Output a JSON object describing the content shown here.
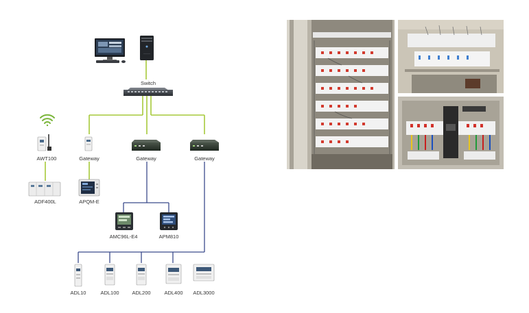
{
  "labels": {
    "switch": "Switch",
    "gateway_1": "Gateway",
    "gateway_2": "Gateway",
    "gateway_3": "Gateway",
    "awt100": "AWT100",
    "adf400l": "ADF400L",
    "apqm_e": "APQM-E",
    "amc96l_e4": "AMC96L-E4",
    "apm810": "APM810",
    "adl10": "ADL10",
    "adl100": "ADL100",
    "adl200": "ADL200",
    "adl400": "ADL400",
    "adl3000": "ADL3000"
  },
  "colors": {
    "ethernet_line": "#a6c93a",
    "rs485_line": "#3b4a8c",
    "wifi_icon": "#7ab53a",
    "device_body": "#e8e8e8",
    "gateway_body": "#2e3b2e"
  },
  "photos": [
    {
      "name": "cabinet-photo-1"
    },
    {
      "name": "cabinet-photo-2"
    },
    {
      "name": "cabinet-photo-3"
    }
  ]
}
